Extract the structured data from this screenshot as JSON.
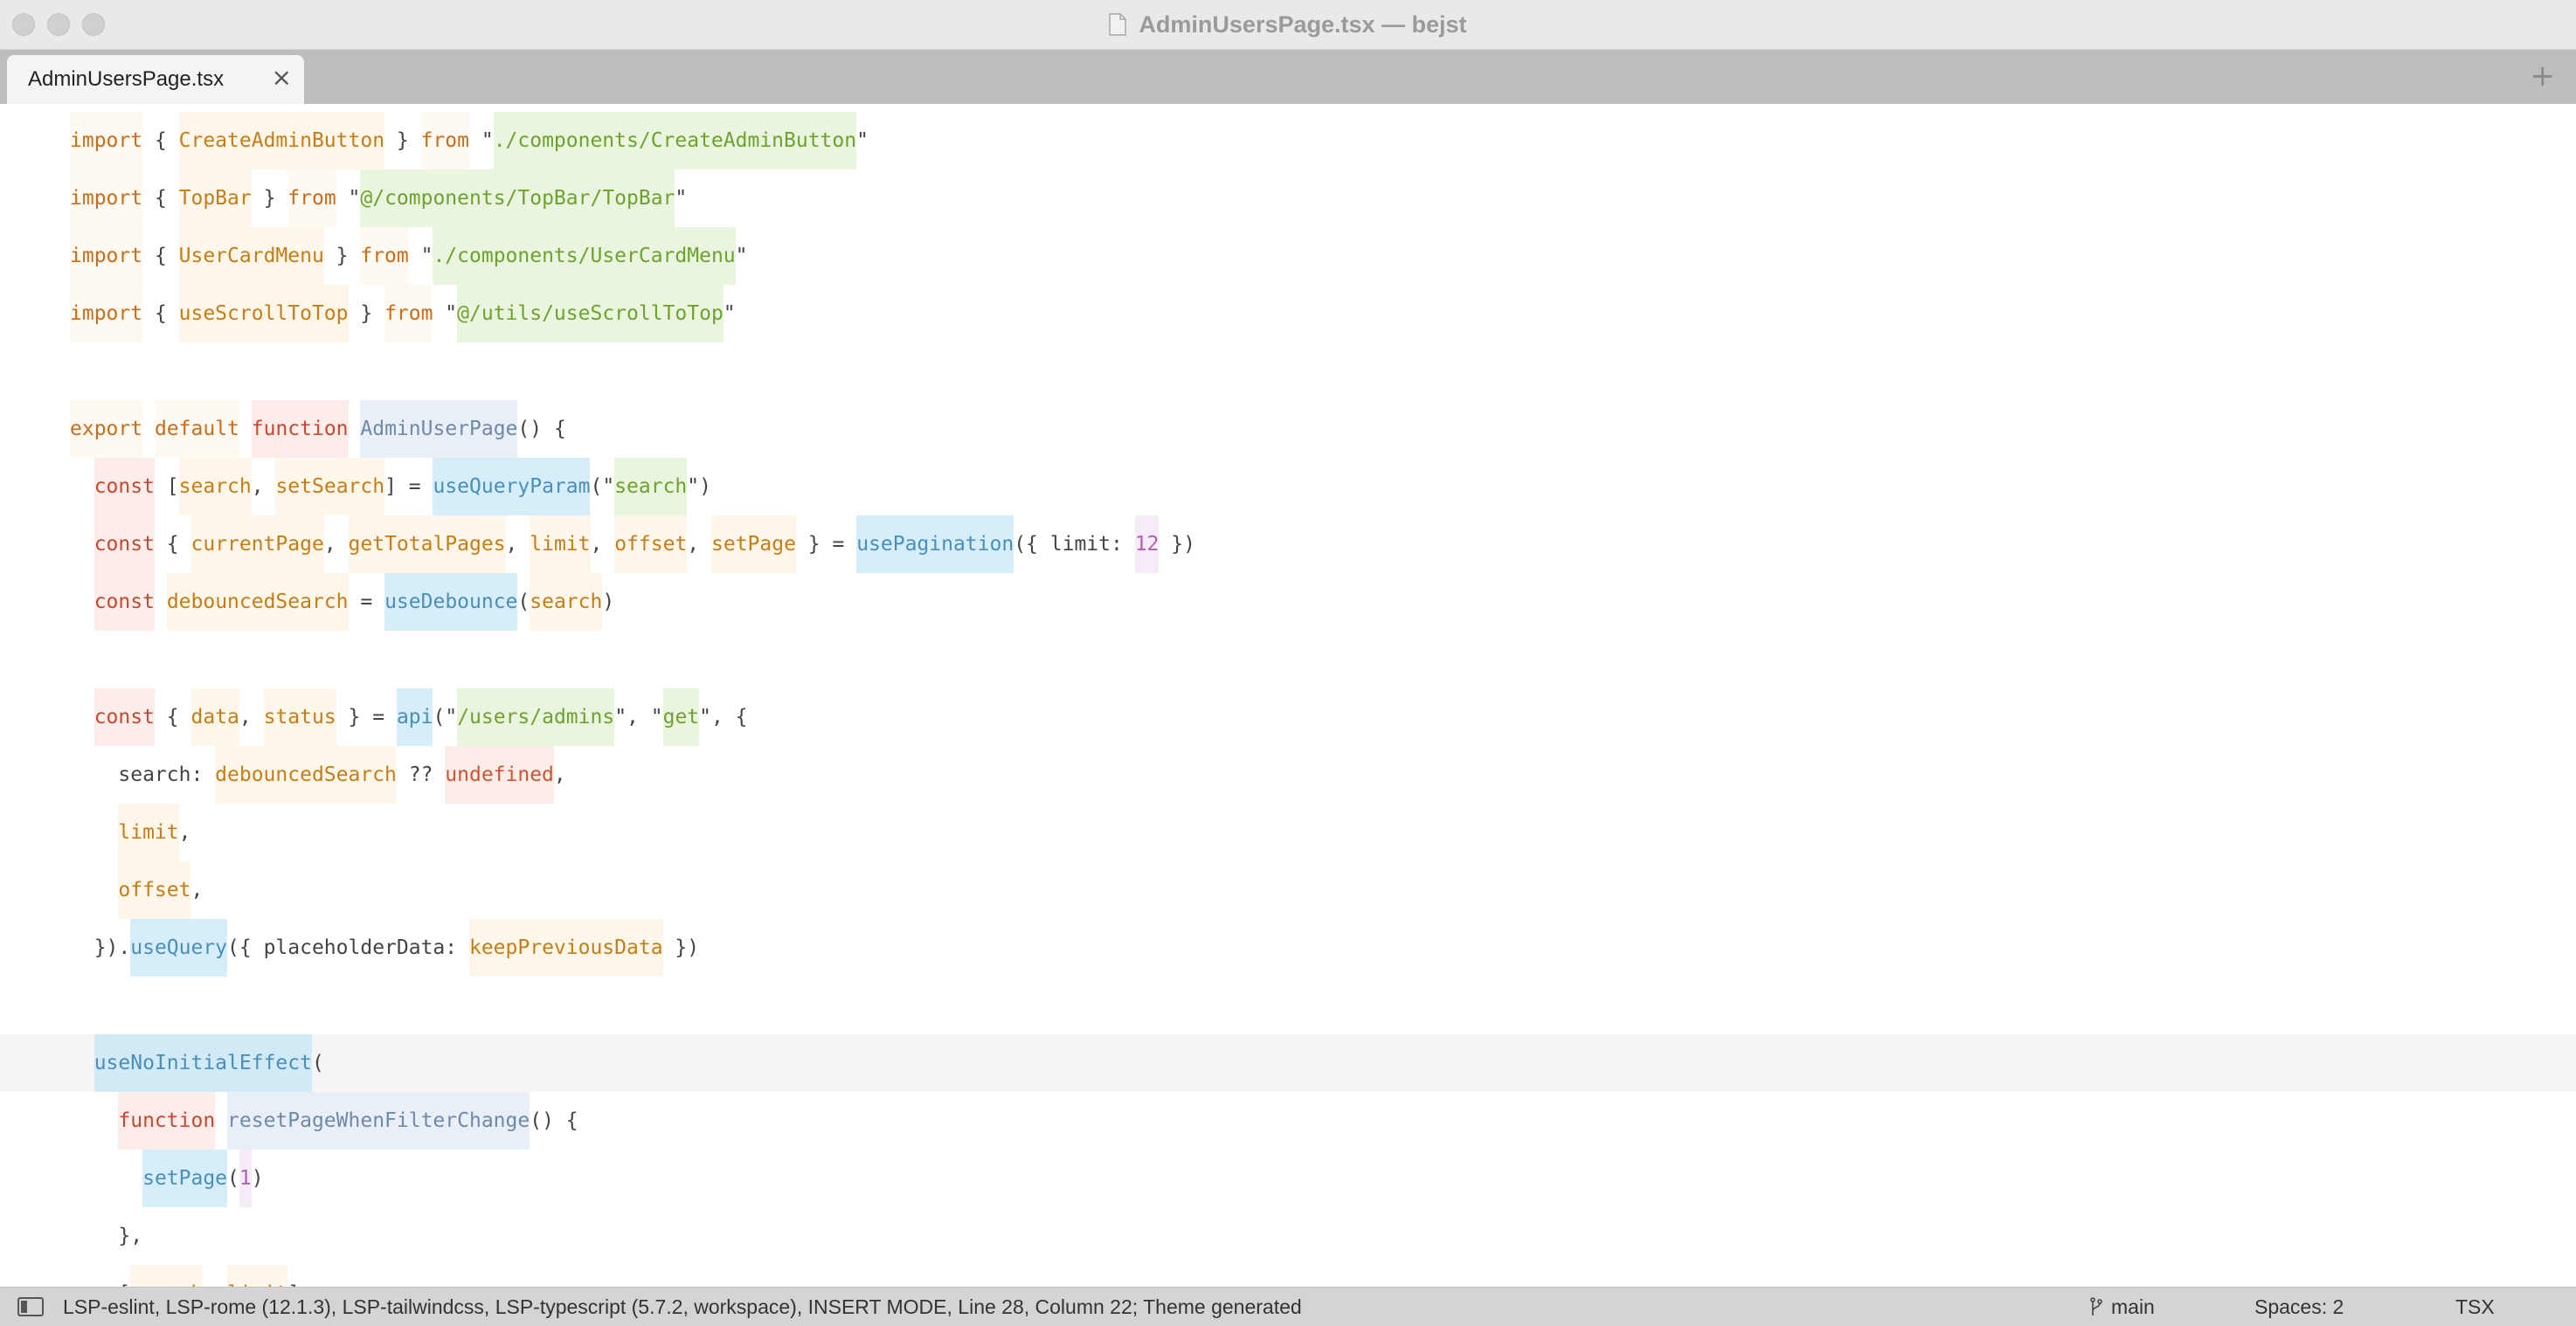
{
  "window": {
    "title": "AdminUsersPage.tsx — bejst"
  },
  "tabs": [
    {
      "label": "AdminUsersPage.tsx",
      "close_icon": "×"
    }
  ],
  "tabbar": {
    "new_tab_icon": "+"
  },
  "editor": {
    "current_line": 17,
    "lines": [
      [
        [
          "kw",
          "import"
        ],
        [
          "pl",
          " { "
        ],
        [
          "id",
          "CreateAdminButton"
        ],
        [
          "pl",
          " } "
        ],
        [
          "kw",
          "from"
        ],
        [
          "pl",
          " \""
        ],
        [
          "str",
          "./components/CreateAdminButton"
        ],
        [
          "pl",
          "\""
        ]
      ],
      [
        [
          "kw",
          "import"
        ],
        [
          "pl",
          " { "
        ],
        [
          "id",
          "TopBar"
        ],
        [
          "pl",
          " } "
        ],
        [
          "kw",
          "from"
        ],
        [
          "pl",
          " \""
        ],
        [
          "str",
          "@/components/TopBar/TopBar"
        ],
        [
          "pl",
          "\""
        ]
      ],
      [
        [
          "kw",
          "import"
        ],
        [
          "pl",
          " { "
        ],
        [
          "id",
          "UserCardMenu"
        ],
        [
          "pl",
          " } "
        ],
        [
          "kw",
          "from"
        ],
        [
          "pl",
          " \""
        ],
        [
          "str",
          "./components/UserCardMenu"
        ],
        [
          "pl",
          "\""
        ]
      ],
      [
        [
          "kw",
          "import"
        ],
        [
          "pl",
          " { "
        ],
        [
          "id",
          "useScrollToTop"
        ],
        [
          "pl",
          " } "
        ],
        [
          "kw",
          "from"
        ],
        [
          "pl",
          " \""
        ],
        [
          "str",
          "@/utils/useScrollToTop"
        ],
        [
          "pl",
          "\""
        ]
      ],
      [],
      [
        [
          "kw",
          "export"
        ],
        [
          "pl",
          " "
        ],
        [
          "kw",
          "default"
        ],
        [
          "pl",
          " "
        ],
        [
          "kwr",
          "function"
        ],
        [
          "pl",
          " "
        ],
        [
          "dfn",
          "AdminUserPage"
        ],
        [
          "pl",
          "() {"
        ]
      ],
      [
        [
          "pl",
          "  "
        ],
        [
          "kwr",
          "const"
        ],
        [
          "pl",
          " ["
        ],
        [
          "id",
          "search"
        ],
        [
          "pl",
          ", "
        ],
        [
          "id",
          "setSearch"
        ],
        [
          "pl",
          "] = "
        ],
        [
          "fn",
          "useQueryParam"
        ],
        [
          "pl",
          "(\""
        ],
        [
          "str",
          "search"
        ],
        [
          "pl",
          "\")"
        ]
      ],
      [
        [
          "pl",
          "  "
        ],
        [
          "kwr",
          "const"
        ],
        [
          "pl",
          " { "
        ],
        [
          "id",
          "currentPage"
        ],
        [
          "pl",
          ", "
        ],
        [
          "id",
          "getTotalPages"
        ],
        [
          "pl",
          ", "
        ],
        [
          "id",
          "limit"
        ],
        [
          "pl",
          ", "
        ],
        [
          "id",
          "offset"
        ],
        [
          "pl",
          ", "
        ],
        [
          "id",
          "setPage"
        ],
        [
          "pl",
          " } = "
        ],
        [
          "fn",
          "usePagination"
        ],
        [
          "pl",
          "({ limit: "
        ],
        [
          "num",
          "12"
        ],
        [
          "pl",
          " })"
        ]
      ],
      [
        [
          "pl",
          "  "
        ],
        [
          "kwr",
          "const"
        ],
        [
          "pl",
          " "
        ],
        [
          "id",
          "debouncedSearch"
        ],
        [
          "pl",
          " = "
        ],
        [
          "fn",
          "useDebounce"
        ],
        [
          "pl",
          "("
        ],
        [
          "id",
          "search"
        ],
        [
          "pl",
          ")"
        ]
      ],
      [],
      [
        [
          "pl",
          "  "
        ],
        [
          "kwr",
          "const"
        ],
        [
          "pl",
          " { "
        ],
        [
          "id",
          "data"
        ],
        [
          "pl",
          ", "
        ],
        [
          "id",
          "status"
        ],
        [
          "pl",
          " } = "
        ],
        [
          "fn",
          "api"
        ],
        [
          "pl",
          "(\""
        ],
        [
          "str",
          "/users/admins"
        ],
        [
          "pl",
          "\", \""
        ],
        [
          "str",
          "get"
        ],
        [
          "pl",
          "\", {"
        ]
      ],
      [
        [
          "pl",
          "    search: "
        ],
        [
          "id",
          "debouncedSearch"
        ],
        [
          "pl",
          " ?? "
        ],
        [
          "cst",
          "undefined"
        ],
        [
          "pl",
          ","
        ]
      ],
      [
        [
          "pl",
          "    "
        ],
        [
          "id",
          "limit"
        ],
        [
          "pl",
          ","
        ]
      ],
      [
        [
          "pl",
          "    "
        ],
        [
          "id",
          "offset"
        ],
        [
          "pl",
          ","
        ]
      ],
      [
        [
          "pl",
          "  })."
        ],
        [
          "fn",
          "useQuery"
        ],
        [
          "pl",
          "({ placeholderData: "
        ],
        [
          "id",
          "keepPreviousData"
        ],
        [
          "pl",
          " })"
        ]
      ],
      [],
      [
        [
          "pl",
          "  "
        ],
        [
          "fn",
          "useNoInitialEffect"
        ],
        [
          "pl",
          "("
        ]
      ],
      [
        [
          "pl",
          "    "
        ],
        [
          "kwr",
          "function"
        ],
        [
          "pl",
          " "
        ],
        [
          "dfn",
          "resetPageWhenFilterChange"
        ],
        [
          "pl",
          "() {"
        ]
      ],
      [
        [
          "pl",
          "      "
        ],
        [
          "fn",
          "setPage"
        ],
        [
          "pl",
          "("
        ],
        [
          "num",
          "1"
        ],
        [
          "pl",
          ")"
        ]
      ],
      [
        [
          "pl",
          "    },"
        ]
      ],
      [
        [
          "pl",
          "    ["
        ],
        [
          "id",
          "search"
        ],
        [
          "pl",
          ", "
        ],
        [
          "id",
          "limit"
        ],
        [
          "pl",
          "]"
        ]
      ]
    ]
  },
  "statusbar": {
    "text": "LSP-eslint, LSP-rome (12.1.3), LSP-tailwindcss, LSP-typescript (5.7.2, workspace), INSERT MODE, Line 28, Column 22; Theme generated",
    "branch": "main",
    "spaces": "Spaces: 2",
    "syntax": "TSX"
  },
  "colors": {
    "titlebar_bg": "#e9e9e9",
    "tabbar_bg": "#bdbdbd",
    "statusbar_bg": "#d4d4d4",
    "keyword": "#c96d1d",
    "keyword_red": "#c9472e",
    "string": "#6ea22e",
    "function": "#4b8fb9",
    "number": "#b15fb0"
  },
  "icons": {
    "file": "file-icon",
    "sidebar_toggle": "sidebar-toggle-icon",
    "branch": "git-branch-icon"
  }
}
